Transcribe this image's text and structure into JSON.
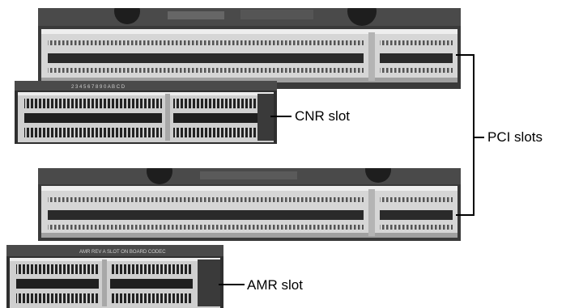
{
  "labels": {
    "cnr": "CNR slot",
    "pci": "PCI slots",
    "amr": "AMR slot"
  },
  "silkscreen": {
    "cnr_marking": "2 3 4 5 6 7 8 9 0 A B C D",
    "amr_marking": "AMR REV A  SLOT ON BOARD CODEC"
  },
  "colors": {
    "board": "#3c3c3c",
    "slot_body": "#d8d8d8",
    "slot_shadow": "#a8a8a8",
    "pins": "#2a2a2a",
    "line": "#000000"
  }
}
